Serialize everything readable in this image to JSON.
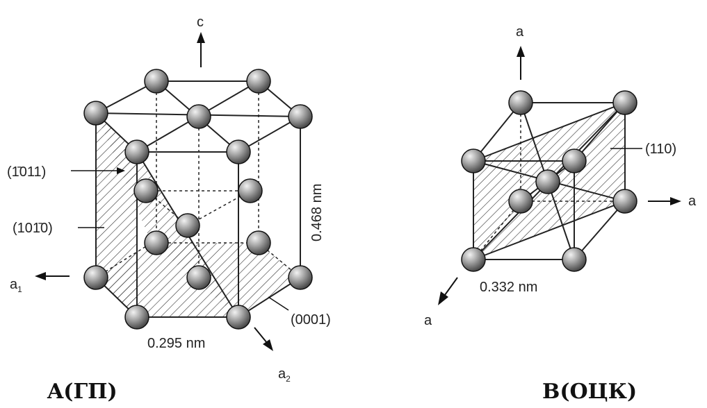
{
  "hcp": {
    "caption": "A(ГП)",
    "axis_c": "c",
    "axis_a1": "a",
    "axis_a1_sub": "1",
    "axis_a2": "a",
    "axis_a2_sub": "2",
    "plane_pyramidal": "(1̄011)",
    "plane_prism": "(101̄0)",
    "plane_basal": "(0001)",
    "dim_height": "0.468 nm",
    "dim_base": "0.295 nm"
  },
  "bcc": {
    "caption": "B(ОЦК)",
    "axis_top": "a",
    "axis_right": "a",
    "axis_front": "a",
    "plane_label": "(110)",
    "dim_edge": "0.332 nm"
  }
}
